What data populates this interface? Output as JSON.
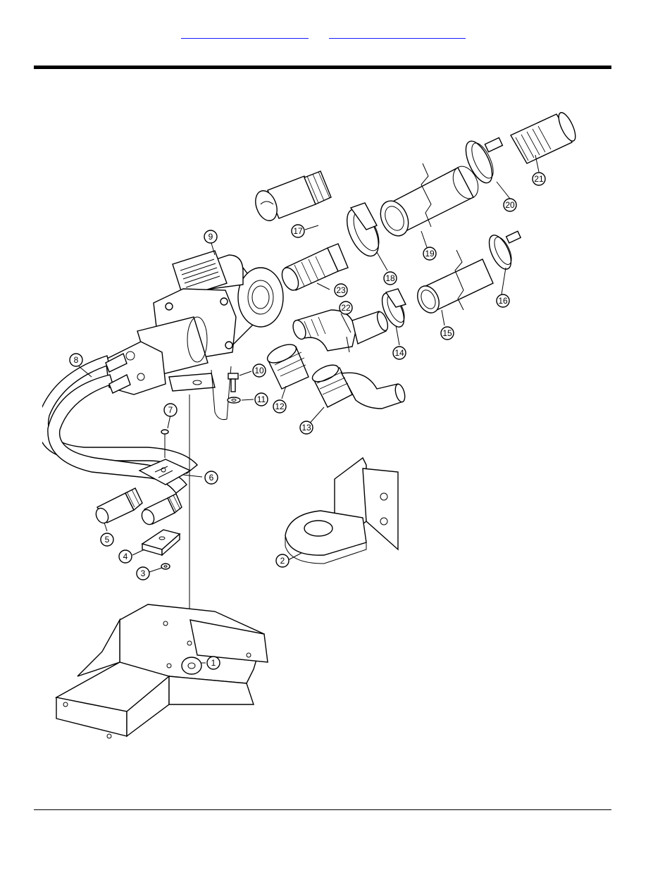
{
  "header": {
    "links": [
      {
        "label": ""
      },
      {
        "label": ""
      }
    ]
  },
  "diagram": {
    "callouts": [
      "1",
      "2",
      "3",
      "4",
      "5",
      "6",
      "7",
      "8",
      "9",
      "10",
      "11",
      "12",
      "13",
      "14",
      "15",
      "16",
      "17",
      "18",
      "19",
      "20",
      "21",
      "22",
      "23"
    ]
  }
}
